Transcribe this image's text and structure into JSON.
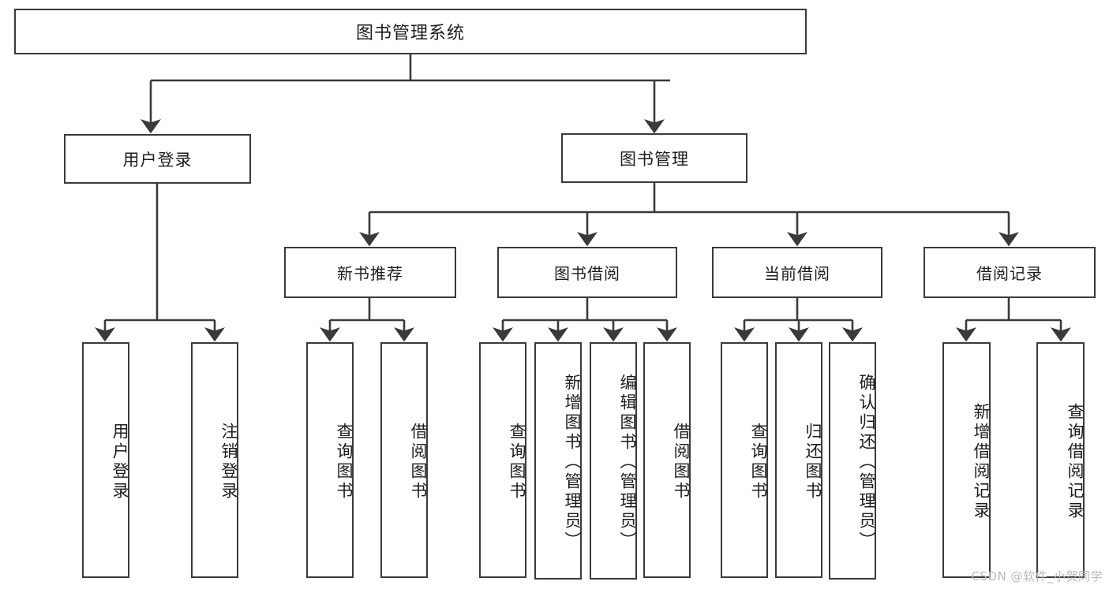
{
  "diagram": {
    "title_node": {
      "label": "图书管理系统"
    },
    "level1": [
      {
        "id": "user-login",
        "label": "用户登录"
      },
      {
        "id": "book-management",
        "label": "图书管理"
      }
    ],
    "level2": [
      {
        "id": "new-book-recommend",
        "label": "新书推荐"
      },
      {
        "id": "book-borrow",
        "label": "图书借阅"
      },
      {
        "id": "current-borrow",
        "label": "当前借阅"
      },
      {
        "id": "borrow-record",
        "label": "借阅记录"
      }
    ],
    "leaves": {
      "user_login": [
        {
          "id": "leaf-user-login",
          "label": "用户登录"
        },
        {
          "id": "leaf-logout-login",
          "label": "注销登录"
        }
      ],
      "new_book_recommend": [
        {
          "id": "leaf-query-book-1",
          "label": "查询图书"
        },
        {
          "id": "leaf-borrow-book-1",
          "label": "借阅图书"
        }
      ],
      "book_borrow": [
        {
          "id": "leaf-query-book-2",
          "label": "查询图书"
        },
        {
          "id": "leaf-add-book",
          "label": "新增图书（管理员）"
        },
        {
          "id": "leaf-edit-book",
          "label": "编辑图书（管理员）"
        },
        {
          "id": "leaf-borrow-book-2",
          "label": "借阅图书"
        }
      ],
      "current_borrow": [
        {
          "id": "leaf-query-book-3",
          "label": "查询图书"
        },
        {
          "id": "leaf-return-book",
          "label": "归还图书"
        },
        {
          "id": "leaf-confirm-return",
          "label": "确认归还（管理员）"
        }
      ],
      "borrow_record": [
        {
          "id": "leaf-add-record",
          "label": "新增借阅记录"
        },
        {
          "id": "leaf-query-record",
          "label": "查询借阅记录"
        }
      ]
    },
    "watermark": "CSDN @软件_小贺同学",
    "colors": {
      "border": "#3a3a3a",
      "text": "#1d1d1d",
      "background": "#ffffff",
      "watermark": "#b9b9b9"
    }
  }
}
